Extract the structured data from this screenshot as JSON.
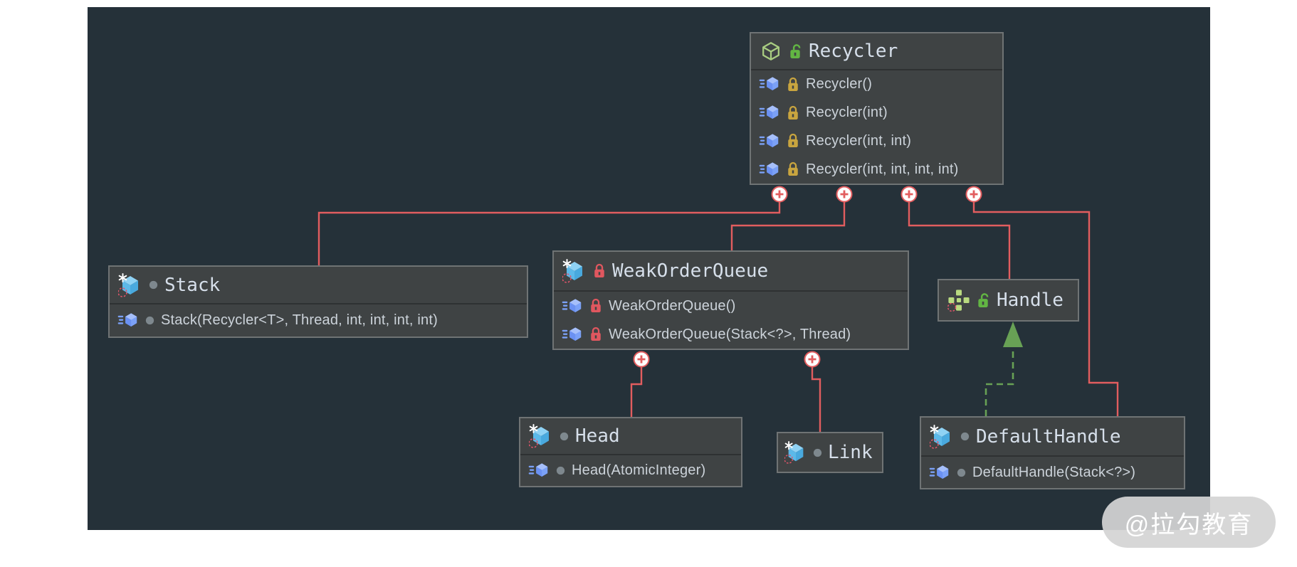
{
  "watermark": {
    "label": "@拉勾教育"
  },
  "diagram": {
    "classes": {
      "recycler": {
        "name": "Recycler",
        "stereotype": "abstract class",
        "visibility": "public",
        "methods": [
          {
            "label": "Recycler()",
            "visibility": "protected"
          },
          {
            "label": "Recycler(int)",
            "visibility": "protected"
          },
          {
            "label": "Recycler(int, int)",
            "visibility": "protected"
          },
          {
            "label": "Recycler(int, int, int, int)",
            "visibility": "protected"
          }
        ]
      },
      "stack": {
        "name": "Stack",
        "stereotype": "class",
        "visibility": "package-private",
        "methods": [
          {
            "label": "Stack(Recycler<T>, Thread, int, int, int, int)",
            "visibility": "package-private"
          }
        ]
      },
      "weakOrderQueue": {
        "name": "WeakOrderQueue",
        "stereotype": "class",
        "visibility": "private",
        "methods": [
          {
            "label": "WeakOrderQueue()",
            "visibility": "private"
          },
          {
            "label": "WeakOrderQueue(Stack<?>, Thread)",
            "visibility": "private"
          }
        ]
      },
      "handle": {
        "name": "Handle",
        "stereotype": "interface",
        "visibility": "public",
        "methods": []
      },
      "head": {
        "name": "Head",
        "stereotype": "class",
        "visibility": "package-private",
        "methods": [
          {
            "label": "Head(AtomicInteger)",
            "visibility": "package-private"
          }
        ]
      },
      "link": {
        "name": "Link",
        "stereotype": "class",
        "visibility": "package-private",
        "methods": []
      },
      "defaultHandle": {
        "name": "DefaultHandle",
        "stereotype": "class",
        "visibility": "package-private",
        "methods": [
          {
            "label": "DefaultHandle(Stack<?>)",
            "visibility": "package-private"
          }
        ]
      }
    },
    "relationships": [
      {
        "from": "Recycler",
        "to": "Stack",
        "type": "association"
      },
      {
        "from": "Recycler",
        "to": "WeakOrderQueue",
        "type": "association"
      },
      {
        "from": "Recycler",
        "to": "Handle",
        "type": "association"
      },
      {
        "from": "Recycler",
        "to": "DefaultHandle",
        "type": "association"
      },
      {
        "from": "WeakOrderQueue",
        "to": "Head",
        "type": "association"
      },
      {
        "from": "WeakOrderQueue",
        "to": "Link",
        "type": "association"
      },
      {
        "from": "DefaultHandle",
        "to": "Handle",
        "type": "realization"
      }
    ],
    "colors": {
      "canvas_bg": "#253139",
      "node_bg": "#3f4344",
      "node_border": "#6f7374",
      "edge_red": "#e25d5f",
      "realization_green": "#68a155",
      "title_text": "#d6dfea",
      "member_text": "#ccd3da",
      "public_green": "#62b543",
      "protected_amber": "#c9a53f",
      "private_red": "#e0575f",
      "package_gray": "#7e888e"
    }
  }
}
